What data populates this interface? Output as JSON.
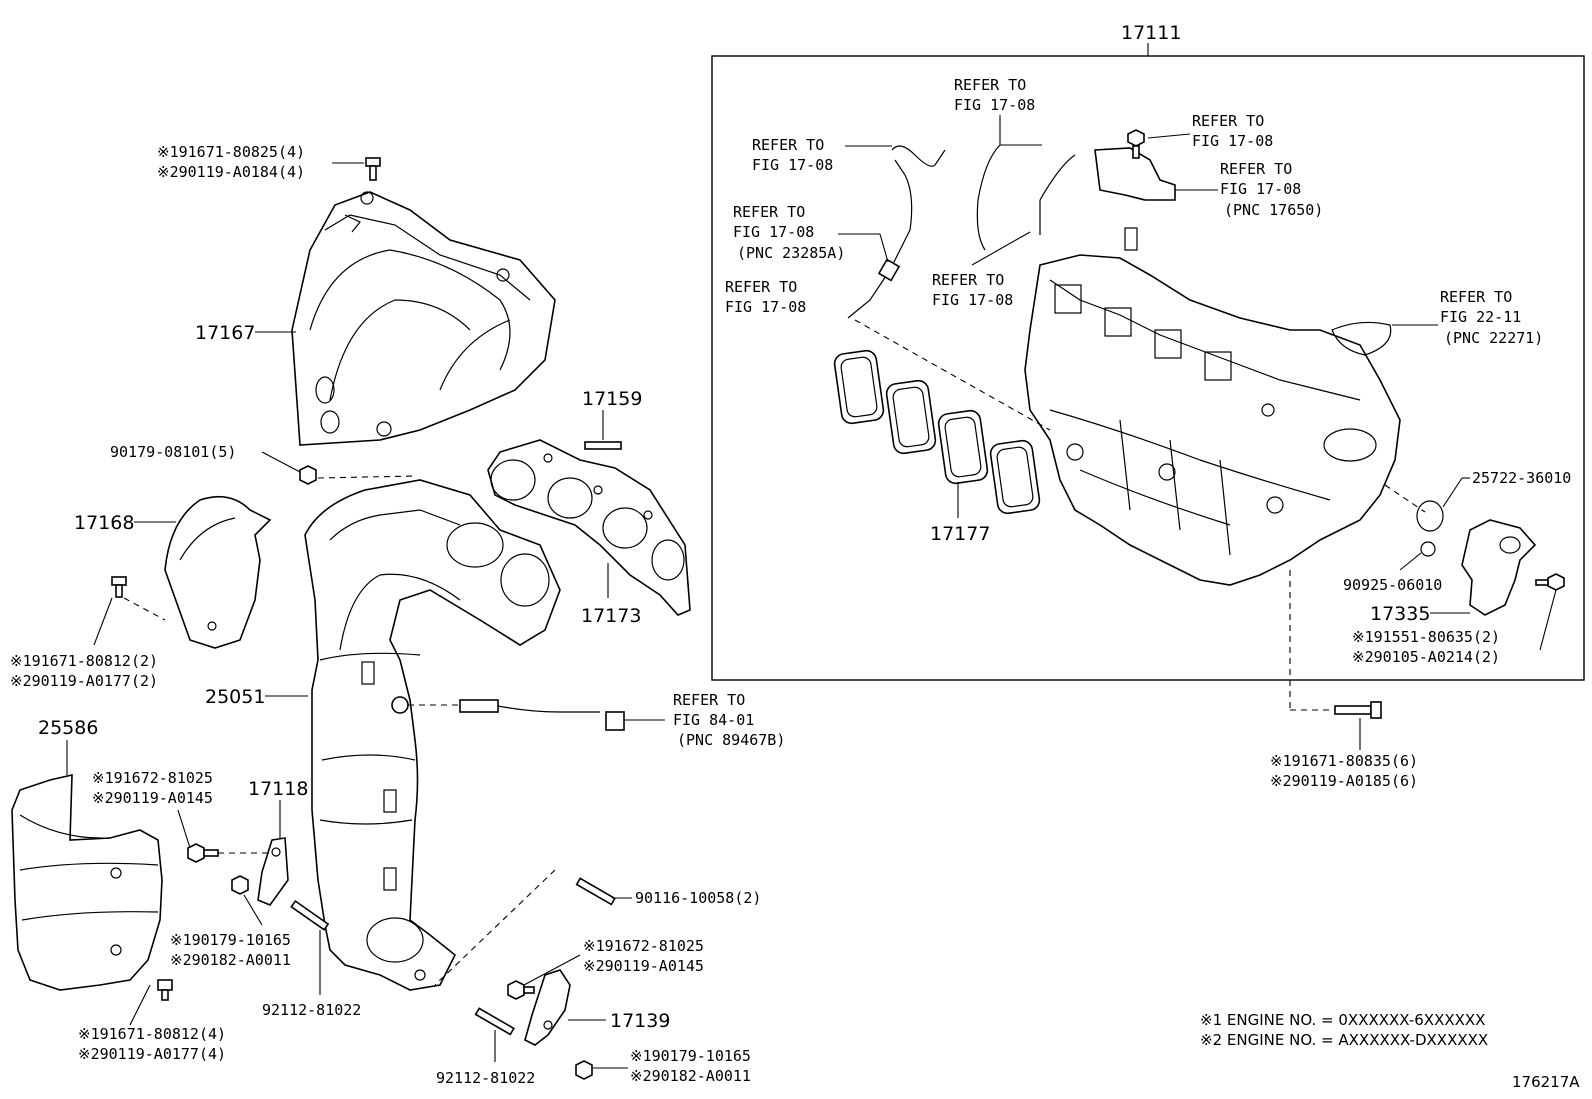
{
  "labels": {
    "p17111": "17111",
    "p17167": "17167",
    "p17159": "17159",
    "p17168": "17168",
    "p17173": "17173",
    "p17177": "17177",
    "p25051": "25051",
    "p25586": "25586",
    "p17118": "17118",
    "p17139": "17139",
    "p17335": "17335",
    "p90179_08101": "90179-08101(5)",
    "p90116_10058": "90116-10058(2)",
    "p92112_a": "92112-81022",
    "p92112_b": "92112-81022",
    "p25722": "25722-36010",
    "p90925": "90925-06010",
    "bolt_top_1": "※191671-80825(4)",
    "bolt_top_2": "※290119-A0184(4)",
    "bolt_17168_1": "※191671-80812(2)",
    "bolt_17168_2": "※290119-A0177(2)",
    "bolt_25586_1": "※191671-80812(4)",
    "bolt_25586_2": "※290119-A0177(4)",
    "bolt_17118_1": "※191672-81025",
    "bolt_17118_2": "※290119-A0145",
    "nut_17118_1": "※190179-10165",
    "nut_17118_2": "※290182-A0011",
    "bolt_17139_1": "※191672-81025",
    "bolt_17139_2": "※290119-A0145",
    "nut_17139_1": "※190179-10165",
    "nut_17139_2": "※290182-A0011",
    "bolt_17335_1": "※191551-80635(2)",
    "bolt_17335_2": "※290105-A0214(2)",
    "bolt_manifold_1": "※191671-80835(6)",
    "bolt_manifold_2": "※290119-A0185(6)"
  },
  "refs": {
    "r1": [
      "REFER TO",
      "FIG 17-08"
    ],
    "r2": [
      "REFER TO",
      "FIG 17-08"
    ],
    "r3": [
      "REFER TO",
      "FIG 17-08"
    ],
    "r4": [
      "REFER TO",
      "FIG 17-08",
      "(PNC 17650)"
    ],
    "r5": [
      "REFER TO",
      "FIG 17-08",
      "(PNC 23285A)"
    ],
    "r6": [
      "REFER TO",
      "FIG 17-08"
    ],
    "r7": [
      "REFER TO",
      "FIG 17-08"
    ],
    "r8": [
      "REFER TO",
      "FIG 22-11",
      "(PNC 22271)"
    ],
    "r9": [
      "REFER TO",
      "FIG 84-01",
      "(PNC 89467B)"
    ]
  },
  "notes": {
    "n1": "※1 ENGINE NO. = 0XXXXXX-6XXXXXX",
    "n2": "※2 ENGINE NO. = AXXXXXX-DXXXXXX"
  },
  "diagram_id": "176217A"
}
